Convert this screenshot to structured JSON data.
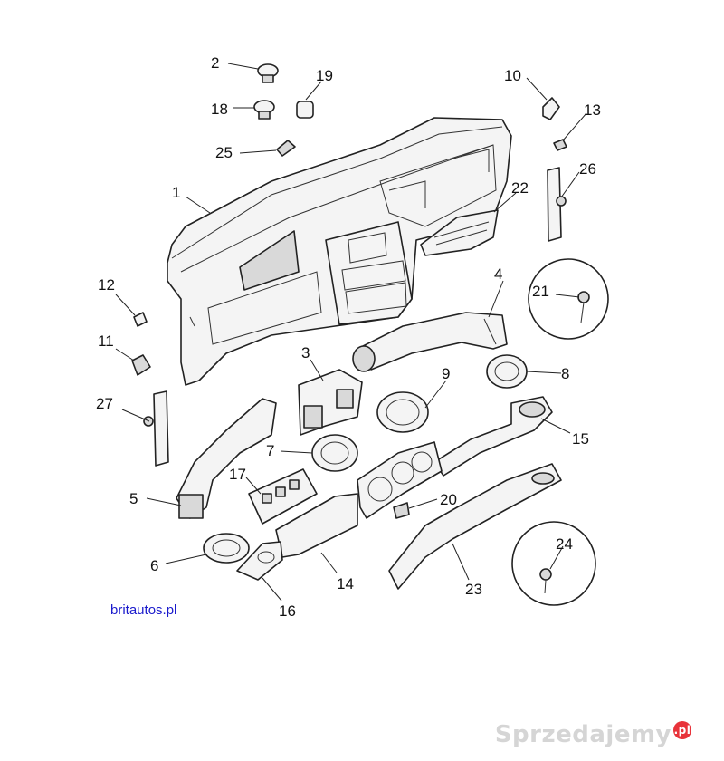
{
  "diagram": {
    "site_label": "britautos.pl",
    "brand_watermark": "Sprzedajemy",
    "brand_badge": ".pl",
    "callouts": [
      "1",
      "2",
      "3",
      "4",
      "5",
      "6",
      "7",
      "8",
      "9",
      "10",
      "11",
      "12",
      "13",
      "14",
      "15",
      "16",
      "17",
      "18",
      "19",
      "20",
      "21",
      "22",
      "23",
      "24",
      "25",
      "26",
      "27"
    ]
  }
}
